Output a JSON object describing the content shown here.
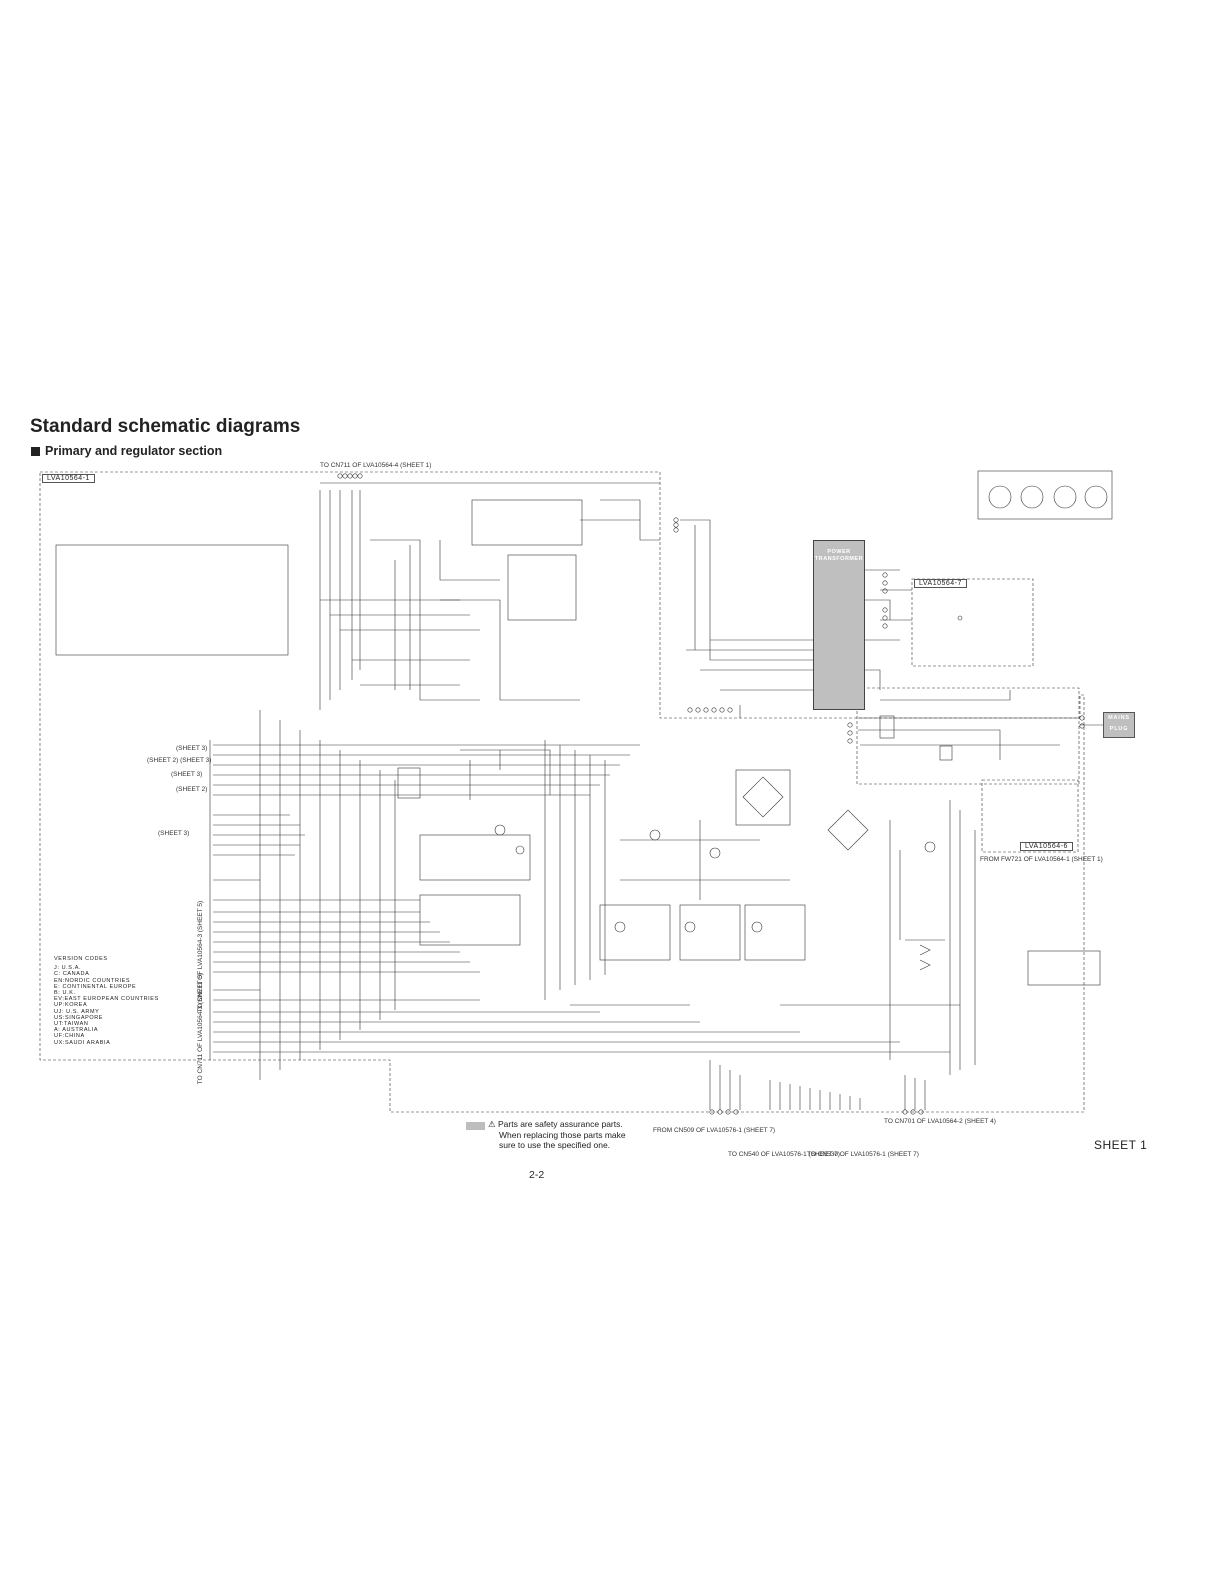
{
  "header": {
    "title": "Standard schematic diagrams",
    "section": "Primary and regulator section"
  },
  "boards": {
    "main": "LVA10564-1",
    "sub_top_right": "LVA10564-7",
    "sub_bottom_right": "LVA10564-6"
  },
  "connectors": {
    "top": "TO CN711 OF LVA10564-4 (SHEET 1)",
    "bottom_right": "TO CN701 OF LVA10564-2 (SHEET 4)",
    "from_cn509": "FROM CN509 OF LVA10576-1 (SHEET 7)",
    "to_cn540": "TO CN540 OF LVA10576-1 (SHEET 7)",
    "to_cn530": "TO CN530 OF LVA10576-1 (SHEET 7)",
    "from_fw721": "FROM FW721 OF LVA10564-1 (SHEET 1)",
    "left_upper_vertical": "TO CN711 OF LVA10564-3 (SHEET 5)",
    "left_lower_vertical": "TO CN711 OF LVA10564-3 (SHEET 5)"
  },
  "sheet_refs": [
    "(SHEET 3)",
    "(SHEET 2) (SHEET 3)",
    "(SHEET 3)",
    "(SHEET 2)",
    "(SHEET 3)"
  ],
  "components": {
    "transformer_line1": "POWER",
    "transformer_line2": "TRANSFORMER",
    "mains_line1": "MAINS",
    "mains_line2": "PLUG"
  },
  "version_codes": {
    "title": "VERSION CODES",
    "items": [
      "J: U.S.A.",
      "C: CANADA",
      "EN:NORDIC COUNTRIES",
      "E: CONTINENTAL EUROPE",
      "B: U.K.",
      "EV:EAST EUROPEAN COUNTRIES",
      "UP:KOREA",
      "UJ: U.S. ARMY",
      "US:SINGAPORE",
      "UT:TAIWAN",
      "A: AUSTRALIA",
      "UF:CHINA",
      "UX:SAUDI ARABIA"
    ]
  },
  "notice": {
    "line1": "Parts are safety assurance parts.",
    "line2": "When replacing those parts make",
    "line3": "sure to use the specified one."
  },
  "footer": {
    "sheet": "SHEET 1",
    "page": "2-2"
  },
  "colors": {
    "line": "#333333",
    "transformer_fill": "#bfbfbf",
    "safety_box": "#bdbdbd"
  }
}
